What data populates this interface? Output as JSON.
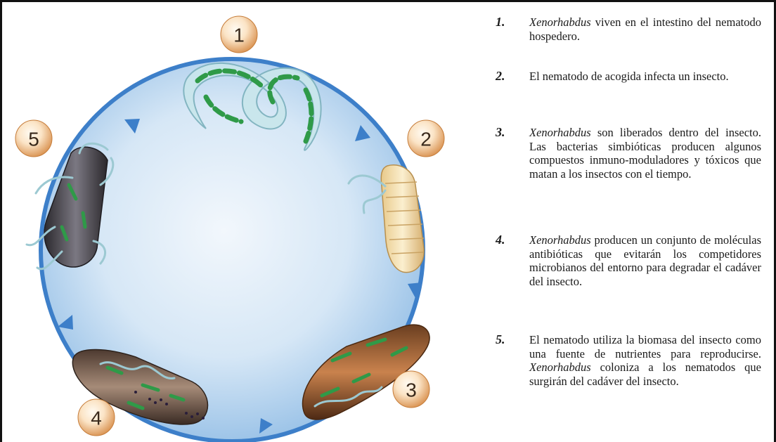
{
  "diagram": {
    "badges": [
      "1",
      "2",
      "3",
      "4",
      "5"
    ],
    "colors": {
      "cycle_ring": "#3d7fc9",
      "circle_fill_center": "#f2f7fc",
      "circle_fill_edge": "#9dc4e8",
      "badge_light": "#fbe4c6",
      "badge_dark": "#d88f4c",
      "nematode": "#a9cfd8",
      "bacteria": "#2f9a48"
    }
  },
  "steps": [
    {
      "number": "1.",
      "parts": [
        {
          "text": "Xenorhabdus",
          "italic": true
        },
        {
          "text": " viven en el intestino del nematodo hospedero.",
          "italic": false
        }
      ]
    },
    {
      "number": "2.",
      "parts": [
        {
          "text": "El nematodo de acogida infecta un insecto.",
          "italic": false
        }
      ]
    },
    {
      "number": "3.",
      "parts": [
        {
          "text": "Xenorhabdus",
          "italic": true
        },
        {
          "text": " son liberados dentro del insecto. Las bacterias simbióticas producen algunos compuestos inmuno-moduladores y tóxicos que matan a los insectos con el tiempo.",
          "italic": false
        }
      ]
    },
    {
      "number": "4.",
      "parts": [
        {
          "text": "Xenorhabdus",
          "italic": true
        },
        {
          "text": " producen un conjunto de moléculas antibióticas que evitarán los competidores microbianos del entorno para degradar el cadáver del insecto.",
          "italic": false
        }
      ]
    },
    {
      "number": "5.",
      "parts": [
        {
          "text": "El nematodo utiliza la biomasa del insecto como una fuente de nutrientes para reproducirse. ",
          "italic": false
        },
        {
          "text": "Xenorhabdus",
          "italic": true
        },
        {
          "text": " coloniza a los nematodos que surgirán del cadáver del insecto.",
          "italic": false
        }
      ]
    }
  ]
}
